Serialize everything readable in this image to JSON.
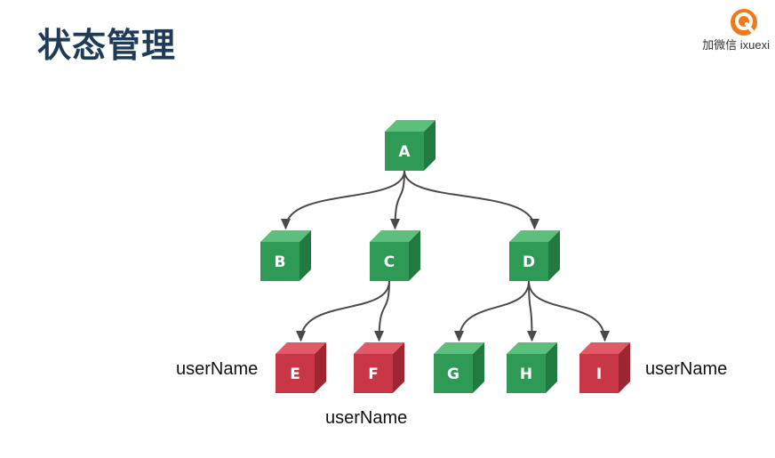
{
  "slide": {
    "title": "状态管理",
    "watermark": "加微信 ixuexi"
  },
  "colors": {
    "green_front": "#2f9a55",
    "green_top": "#5cbf7c",
    "green_side": "#217a40",
    "red_front": "#c93646",
    "red_top": "#e05a67",
    "red_side": "#9e2532",
    "edge": "#4a4a4a",
    "title": "#1f3b57"
  },
  "diagram": {
    "nodes": [
      {
        "id": "A",
        "label": "A",
        "color": "green"
      },
      {
        "id": "B",
        "label": "B",
        "color": "green"
      },
      {
        "id": "C",
        "label": "C",
        "color": "green"
      },
      {
        "id": "D",
        "label": "D",
        "color": "green"
      },
      {
        "id": "E",
        "label": "E",
        "color": "red"
      },
      {
        "id": "F",
        "label": "F",
        "color": "red"
      },
      {
        "id": "G",
        "label": "G",
        "color": "green"
      },
      {
        "id": "H",
        "label": "H",
        "color": "green"
      },
      {
        "id": "I",
        "label": "I",
        "color": "red"
      }
    ],
    "edges": [
      {
        "from": "A",
        "to": "B"
      },
      {
        "from": "A",
        "to": "C"
      },
      {
        "from": "A",
        "to": "D"
      },
      {
        "from": "C",
        "to": "E"
      },
      {
        "from": "C",
        "to": "F"
      },
      {
        "from": "D",
        "to": "G"
      },
      {
        "from": "D",
        "to": "H"
      },
      {
        "from": "D",
        "to": "I"
      }
    ],
    "annotations": [
      {
        "node": "E",
        "text": "userName"
      },
      {
        "node": "F",
        "text": "userName"
      },
      {
        "node": "I",
        "text": "userName"
      }
    ]
  }
}
